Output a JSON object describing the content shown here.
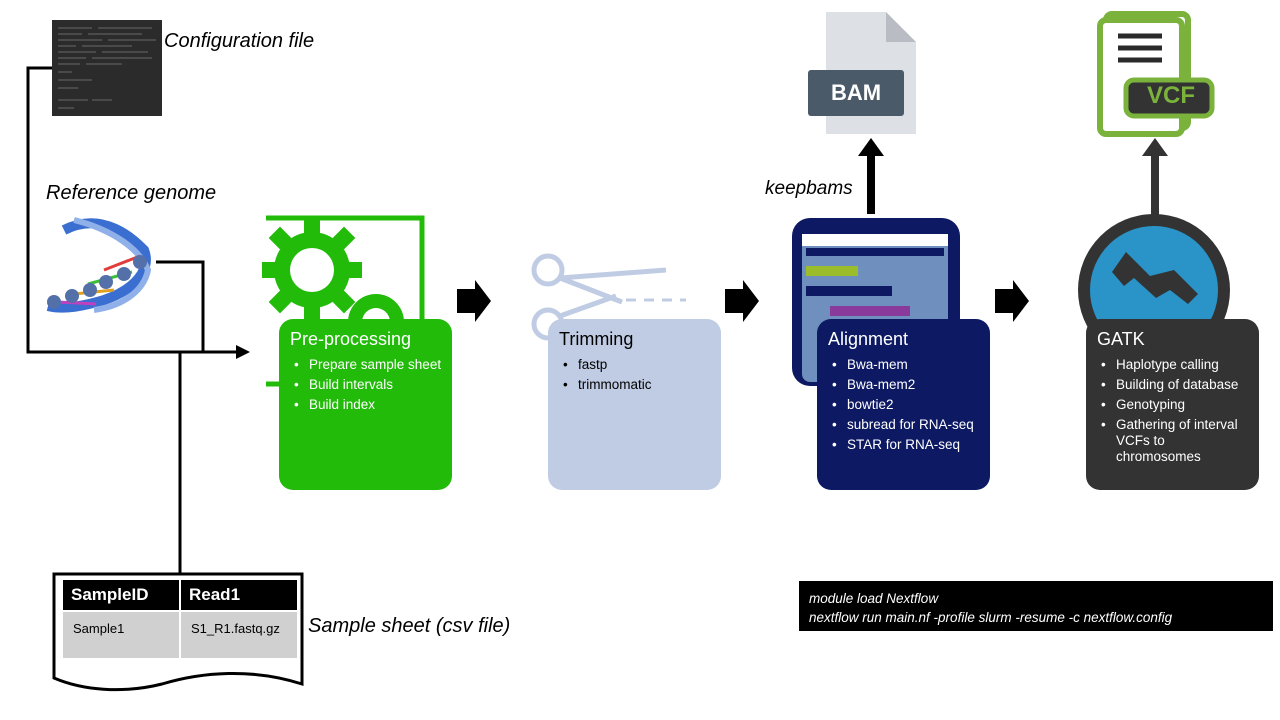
{
  "inputs": {
    "config_label": "Configuration file",
    "reference_label": "Reference genome",
    "sample_sheet_label": "Sample sheet (csv file)"
  },
  "sample_sheet": {
    "headers": [
      "SampleID",
      "Read1"
    ],
    "rows": [
      [
        "Sample1",
        "S1_R1.fastq.gz"
      ]
    ]
  },
  "steps": {
    "preprocessing": {
      "title": "Pre-processing",
      "items": [
        "Prepare sample sheet",
        "Build intervals",
        "Build index"
      ],
      "color": "#22bb0a"
    },
    "trimming": {
      "title": "Trimming",
      "items": [
        "fastp",
        "trimmomatic"
      ],
      "color": "#c0cce4"
    },
    "alignment": {
      "title": "Alignment",
      "items": [
        "Bwa-mem",
        "Bwa-mem2",
        "bowtie2",
        "subread for RNA-seq",
        "STAR for RNA-seq"
      ],
      "color": "#0d1a63"
    },
    "gatk": {
      "title": "GATK",
      "items": [
        "Haplotype calling",
        "Building of database",
        "Genotyping",
        "Gathering of interval VCFs to chromosomes"
      ],
      "color": "#333333"
    }
  },
  "outputs": {
    "bam_label": "BAM",
    "vcf_label": "VCF",
    "keepbams_label": "keepbams"
  },
  "command": {
    "line1": "module load Nextflow",
    "line2": "nextflow run main.nf -profile slurm -resume -c nextflow.config"
  }
}
